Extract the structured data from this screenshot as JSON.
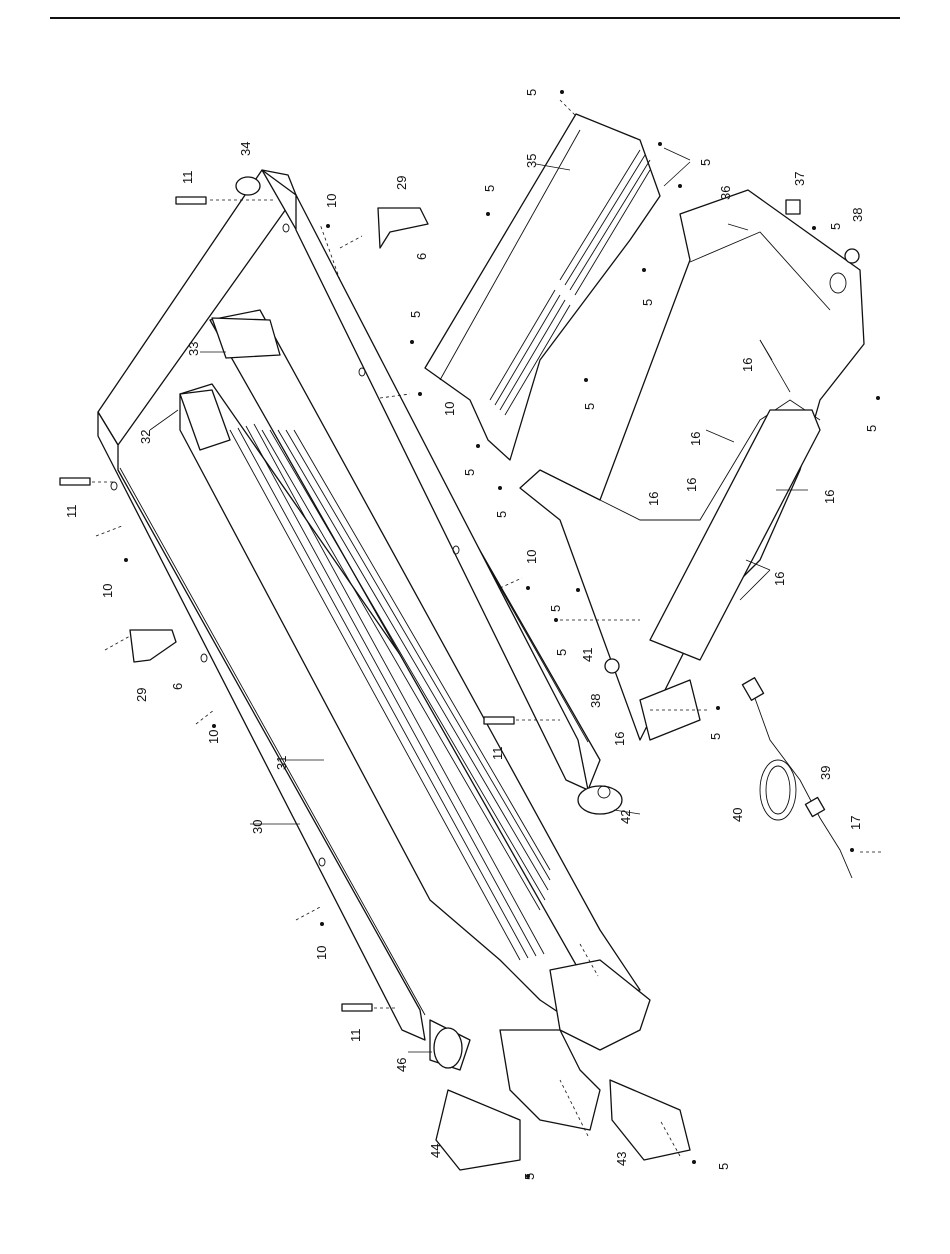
{
  "labels": [
    {
      "id": "5a",
      "text": "5"
    },
    {
      "id": "35",
      "text": "35"
    },
    {
      "id": "5b",
      "text": "5"
    },
    {
      "id": "34",
      "text": "34"
    },
    {
      "id": "11a",
      "text": "11"
    },
    {
      "id": "10a",
      "text": "10"
    },
    {
      "id": "29a",
      "text": "29"
    },
    {
      "id": "6a",
      "text": "6"
    },
    {
      "id": "5c",
      "text": "5"
    },
    {
      "id": "36",
      "text": "36"
    },
    {
      "id": "37",
      "text": "37"
    },
    {
      "id": "5d",
      "text": "5"
    },
    {
      "id": "38a",
      "text": "38"
    },
    {
      "id": "5e",
      "text": "5"
    },
    {
      "id": "33",
      "text": "33"
    },
    {
      "id": "5f",
      "text": "5"
    },
    {
      "id": "10b",
      "text": "10"
    },
    {
      "id": "16a",
      "text": "16"
    },
    {
      "id": "5g",
      "text": "5"
    },
    {
      "id": "32",
      "text": "32"
    },
    {
      "id": "5h",
      "text": "5"
    },
    {
      "id": "5i",
      "text": "5"
    },
    {
      "id": "16b",
      "text": "16"
    },
    {
      "id": "5j",
      "text": "5"
    },
    {
      "id": "11b",
      "text": "11"
    },
    {
      "id": "16c",
      "text": "16"
    },
    {
      "id": "16d",
      "text": "16"
    },
    {
      "id": "16e",
      "text": "16"
    },
    {
      "id": "10c",
      "text": "10"
    },
    {
      "id": "10d",
      "text": "10"
    },
    {
      "id": "5k",
      "text": "5"
    },
    {
      "id": "16f",
      "text": "16"
    },
    {
      "id": "5l",
      "text": "5"
    },
    {
      "id": "41",
      "text": "41"
    },
    {
      "id": "29b",
      "text": "29"
    },
    {
      "id": "6b",
      "text": "6"
    },
    {
      "id": "38b",
      "text": "38"
    },
    {
      "id": "16g",
      "text": "16"
    },
    {
      "id": "5m",
      "text": "5"
    },
    {
      "id": "10e",
      "text": "10"
    },
    {
      "id": "11c",
      "text": "11"
    },
    {
      "id": "31",
      "text": "31"
    },
    {
      "id": "39",
      "text": "39"
    },
    {
      "id": "40",
      "text": "40"
    },
    {
      "id": "42",
      "text": "42"
    },
    {
      "id": "30",
      "text": "30"
    },
    {
      "id": "17",
      "text": "17"
    },
    {
      "id": "10f",
      "text": "10"
    },
    {
      "id": "11d",
      "text": "11"
    },
    {
      "id": "46",
      "text": "46"
    },
    {
      "id": "44",
      "text": "44"
    },
    {
      "id": "43",
      "text": "43"
    },
    {
      "id": "5n",
      "text": "5"
    },
    {
      "id": "5o",
      "text": "5"
    }
  ]
}
